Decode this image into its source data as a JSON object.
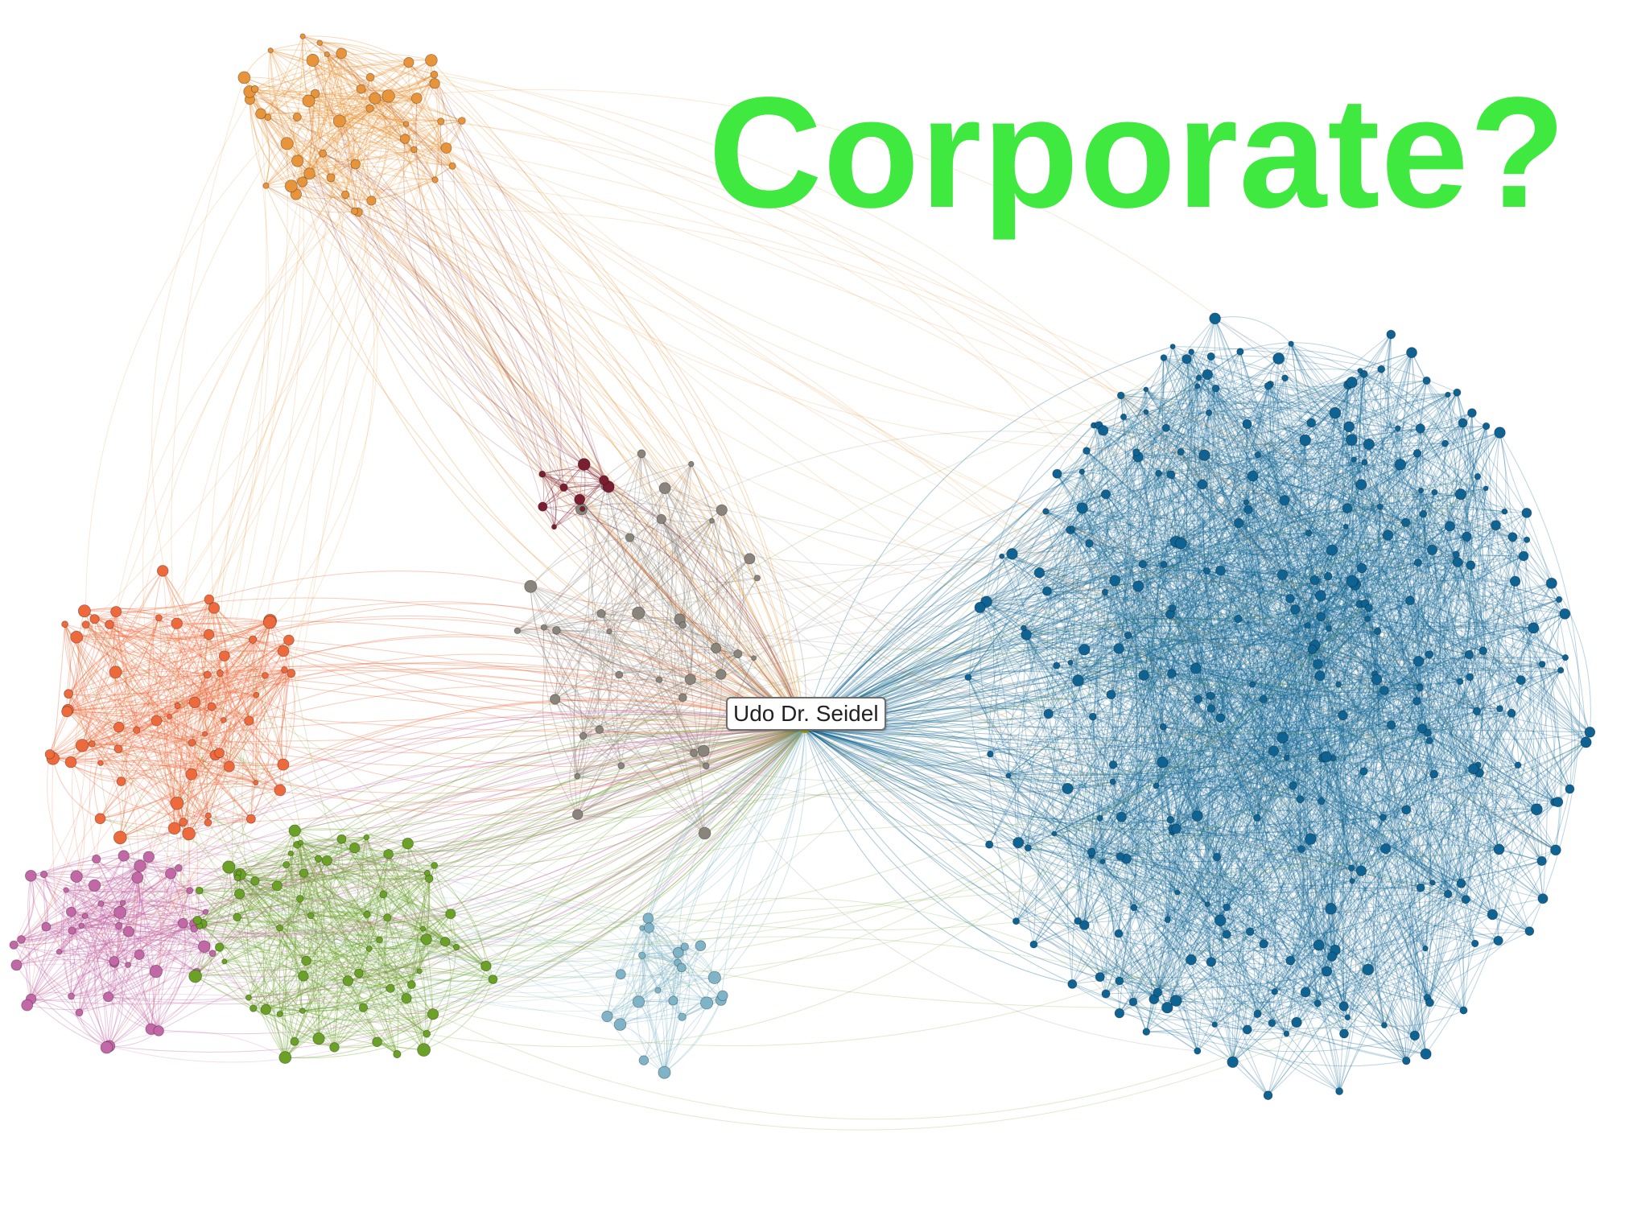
{
  "slide": {
    "title": "Corporate?",
    "title_color": "#3fe93f"
  },
  "highlighted_node": {
    "label": "Udo Dr. Seidel"
  },
  "clusters": [
    {
      "name": "orange-top",
      "color": "#e8943a",
      "dots": 48
    },
    {
      "name": "red-orange",
      "color": "#ee6a3c",
      "dots": 64
    },
    {
      "name": "pink",
      "color": "#c268a6",
      "dots": 48
    },
    {
      "name": "green",
      "color": "#6aa126",
      "dots": 70
    },
    {
      "name": "light-blue",
      "color": "#7fb4c8",
      "dots": 22
    },
    {
      "name": "gray",
      "color": "#8a857c",
      "dots": 38
    },
    {
      "name": "dark-red",
      "color": "#7a1e32",
      "dots": 9
    },
    {
      "name": "blue",
      "color": "#0f6393",
      "dots": 320
    }
  ]
}
